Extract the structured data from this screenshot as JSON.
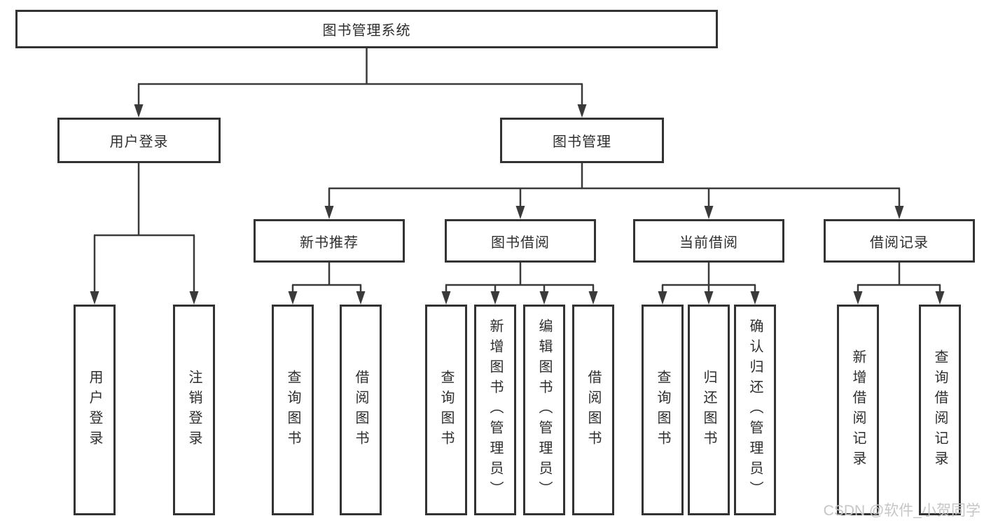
{
  "tree": {
    "label": "图书管理系统",
    "children": [
      {
        "label": "用户登录",
        "children": [
          {
            "label": "用户登录"
          },
          {
            "label": "注销登录"
          }
        ]
      },
      {
        "label": "图书管理",
        "children": [
          {
            "label": "新书推荐",
            "children": [
              {
                "label": "查询图书"
              },
              {
                "label": "借阅图书"
              }
            ]
          },
          {
            "label": "图书借阅",
            "children": [
              {
                "label": "查询图书"
              },
              {
                "label": "新增图书（管理员）"
              },
              {
                "label": "编辑图书（管理员）"
              },
              {
                "label": "借阅图书"
              }
            ]
          },
          {
            "label": "当前借阅",
            "children": [
              {
                "label": "查询图书"
              },
              {
                "label": "归还图书"
              },
              {
                "label": "确认归还（管理员）"
              }
            ]
          },
          {
            "label": "借阅记录",
            "children": [
              {
                "label": "新增借阅记录"
              },
              {
                "label": "查询借阅记录"
              }
            ]
          }
        ]
      }
    ]
  },
  "watermark": {
    "text": "CSDN @软件_小贺同学"
  },
  "colors": {
    "line": "#3a3a3a",
    "box_border": "#333333",
    "text": "#2e2e2e",
    "watermark": "#c6c6c6",
    "background": "#ffffff"
  }
}
